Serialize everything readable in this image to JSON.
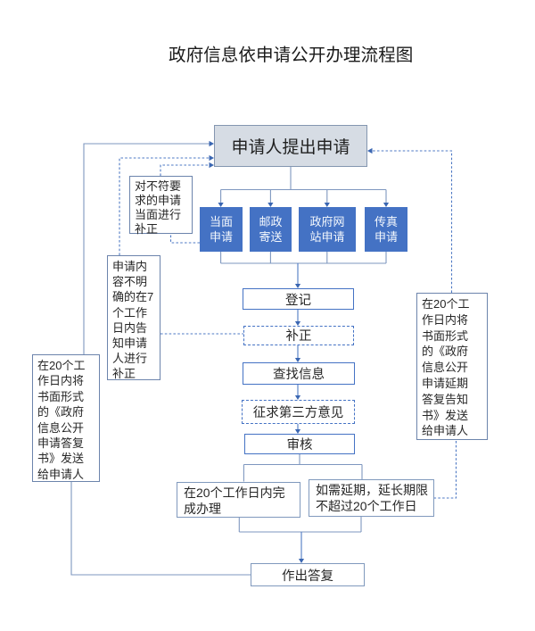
{
  "title": "政府信息依申请公开办理流程图",
  "colors": {
    "accent_blue": "#4472C4",
    "start_fill": "#D6DCE4",
    "start_border": "#8496B0",
    "routing_line": "#7E97BF",
    "arrow_line": "#4E79C4",
    "arrowhead": "#3A66B2",
    "text_dark": "#262626",
    "channel_text": "#FFFFFF"
  },
  "nodes": {
    "start": {
      "label": "申请人提出申请"
    },
    "channels": [
      {
        "lines": [
          "当面",
          "申请"
        ]
      },
      {
        "lines": [
          "邮政",
          "寄送"
        ]
      },
      {
        "lines": [
          "政府网",
          "站申请"
        ]
      },
      {
        "lines": [
          "传真",
          "申请"
        ]
      }
    ],
    "steps": [
      {
        "label": "登记"
      },
      {
        "label": "补正"
      },
      {
        "label": "查找信息"
      },
      {
        "label": "征求第三方意见"
      },
      {
        "label": "审核"
      }
    ],
    "outcome_left": {
      "lines": [
        "在20个工作日内完",
        "成办理"
      ]
    },
    "outcome_right": {
      "lines": [
        "如需延期，延长期限",
        "不超过20个工作日"
      ]
    },
    "reply": {
      "label": "作出答复"
    },
    "notes": [
      {
        "lines": [
          "对不符要",
          "求的申请",
          "当面进行",
          "补正"
        ]
      },
      {
        "lines": [
          "申请内",
          "容不明",
          "确的在7",
          "个工作",
          "日内告",
          "知申请",
          "人进行",
          "补正"
        ]
      },
      {
        "lines": [
          "在20个工",
          "作日内将",
          "书面形式",
          "的《政府",
          "信息公开",
          "申请答复",
          "书》发送",
          "给申请人"
        ]
      },
      {
        "lines": [
          "在20个工",
          "作日内将",
          "书面形式",
          "的《政府",
          "信息公开",
          "申请延期",
          "答复告知",
          "书》发送",
          "给申请人"
        ]
      }
    ]
  }
}
